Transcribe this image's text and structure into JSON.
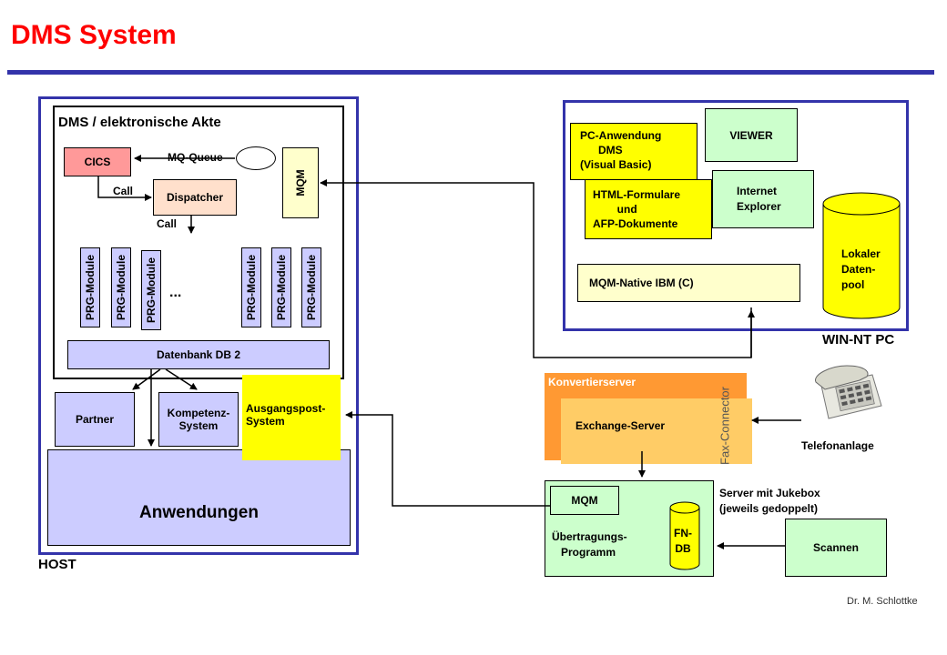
{
  "title": "DMS System",
  "author": "Dr. M. Schlottke",
  "host": {
    "label": "HOST",
    "dms_title": "DMS / elektronische Akte",
    "cics": "CICS",
    "mq_queue": "MQ-Queue",
    "mqm_vertical": "MQM",
    "call1": "Call",
    "dispatcher": "Dispatcher",
    "call2": "Call",
    "prg_modules": [
      "PRG-Module",
      "PRG-Module",
      "PRG-Module",
      "PRG-Module",
      "PRG-Module",
      "PRG-Module"
    ],
    "ellipsis": "...",
    "datenbank": "Datenbank DB 2",
    "partner": "Partner",
    "kompetenz": "Kompetenz-\nSystem",
    "ausgangspost": "Ausgangspost-\nSystem",
    "anwendungen": "Anwendungen"
  },
  "winnt": {
    "label": "WIN-NT PC",
    "pc_anwendung": "PC-Anwendung\n      DMS\n(Visual Basic)",
    "viewer": "VIEWER",
    "html_formulare": "HTML-Formulare\n        und\nAFP-Dokumente",
    "internet_explorer": "Internet\nExplorer",
    "lokaler_datenpool": "Lokaler\nDaten-\npool",
    "mqm_native": "MQM-Native IBM (C)"
  },
  "server": {
    "konvertierserver": "Konvertierserver",
    "exchange": "Exchange-Server",
    "fax_connector": "Fax-Connector",
    "telefonanlage": "Telefonanlage",
    "jukebox": "Server mit Jukebox\n(jeweils gedoppelt)",
    "mqm": "MQM",
    "uebertragung": "Übertragungs-\n   Programm",
    "fn_db": "FN-\nDB",
    "scannen": "Scannen"
  },
  "colors": {
    "title": "#ff0000",
    "rule": "#3333aa",
    "frame": "#3333aa",
    "cics": "#ff9999",
    "dispatcher": "#ffe0cc",
    "mqm_box": "#ffffcc",
    "prg": "#ccccff",
    "yellow": "#ffff00",
    "orange": "#ff9933",
    "light_orange": "#ffcc66",
    "green_bg": "#ccffcc",
    "jukebox_bg": "#ccffcc"
  }
}
